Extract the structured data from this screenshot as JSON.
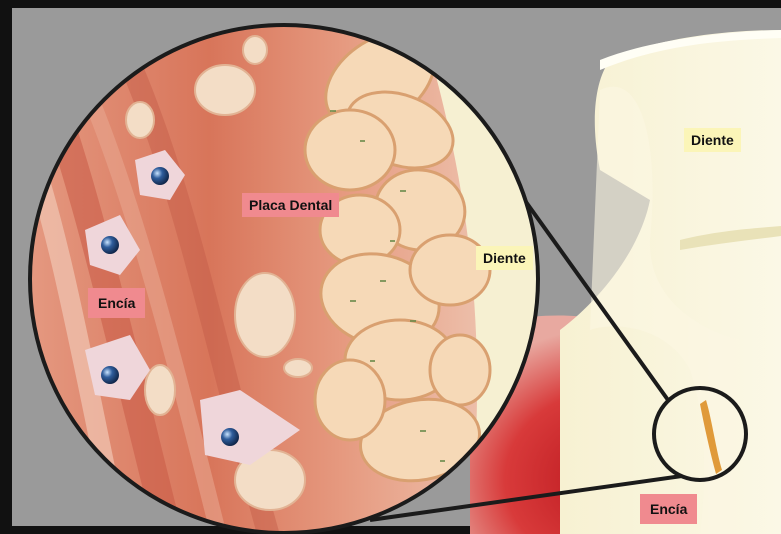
{
  "labels": {
    "gum_main": "Encía",
    "gum_small": "Encía",
    "plaque": "Placa Dental",
    "tooth_main": "Diente",
    "tooth_small": "Diente"
  },
  "colors": {
    "background_gray": "#9a9a9a",
    "tooth": "#f4efd0",
    "gum_red": "#c8242a",
    "label_pink": "#f08a8f",
    "label_yellow": "#fbf5b8"
  }
}
